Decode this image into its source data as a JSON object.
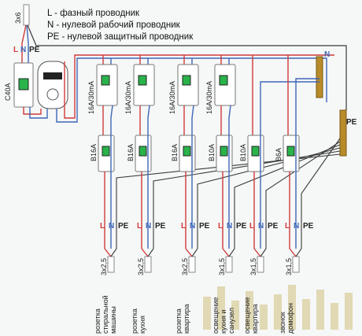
{
  "legend": {
    "l": "L - фазный проводник",
    "n": "N - нулевой рабочий проводник",
    "pe": "PE - нулевой защитный проводник"
  },
  "input": {
    "cable": "3x6",
    "wire_labels": [
      "L",
      "N",
      "PE"
    ],
    "main_breaker": "C40A"
  },
  "busbars": {
    "n": "N",
    "pe": "PE"
  },
  "groups": [
    {
      "rcd": "16A/30mA",
      "breaker": "B16A",
      "cable": "3x2,5",
      "caption": [
        "розетка",
        "стиральной",
        "машины"
      ]
    },
    {
      "rcd": "16A/30mA",
      "breaker": "B16A",
      "cable": "3x2,5",
      "caption": [
        "розетка",
        "кухня"
      ]
    },
    {
      "rcd": "16A/30mA",
      "breaker": "B16A",
      "cable": "3x2,5",
      "caption": [
        "розетка",
        "квартира"
      ]
    },
    {
      "rcd": "16A/30mA",
      "breaker": "B10A",
      "cable": "3x1,5",
      "caption": [
        "освещение",
        "кухня и",
        "санузел"
      ]
    },
    {
      "rcd": "",
      "breaker": "B10A",
      "cable": "3x1,5",
      "caption": [
        "освещение",
        "квартира"
      ]
    },
    {
      "rcd": "",
      "breaker": "B6A",
      "cable": "3x1,5",
      "caption": [
        "звонок",
        "домофон"
      ]
    }
  ],
  "out_wire_labels": [
    "L",
    "N",
    "PE"
  ],
  "colors": {
    "phase": "#d13a3a",
    "neutral": "#3d67b8",
    "pe": "#3a3a3a",
    "device": "#ffffff",
    "toggle": "#29b34a",
    "bus": "#b88b2a"
  }
}
